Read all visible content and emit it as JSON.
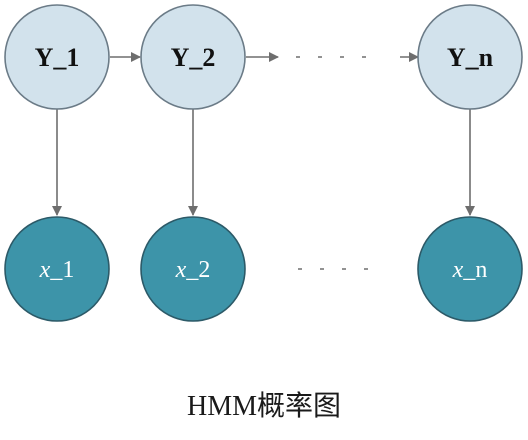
{
  "diagram": {
    "hidden_nodes": [
      {
        "label": "Y_1"
      },
      {
        "label": "Y_2"
      },
      {
        "label": "Y_n"
      }
    ],
    "observed_nodes": [
      {
        "prefix": "x",
        "suffix": "_1"
      },
      {
        "prefix": "x",
        "suffix": "_2"
      },
      {
        "prefix": "x",
        "suffix": "_n"
      }
    ],
    "caption": "HMM概率图",
    "colors": {
      "hidden_fill": "#d2e2ec",
      "hidden_stroke": "#6b7b87",
      "observed_fill": "#3d94a9",
      "observed_stroke": "#2c5a68",
      "edge": "#6e6e6e"
    }
  }
}
